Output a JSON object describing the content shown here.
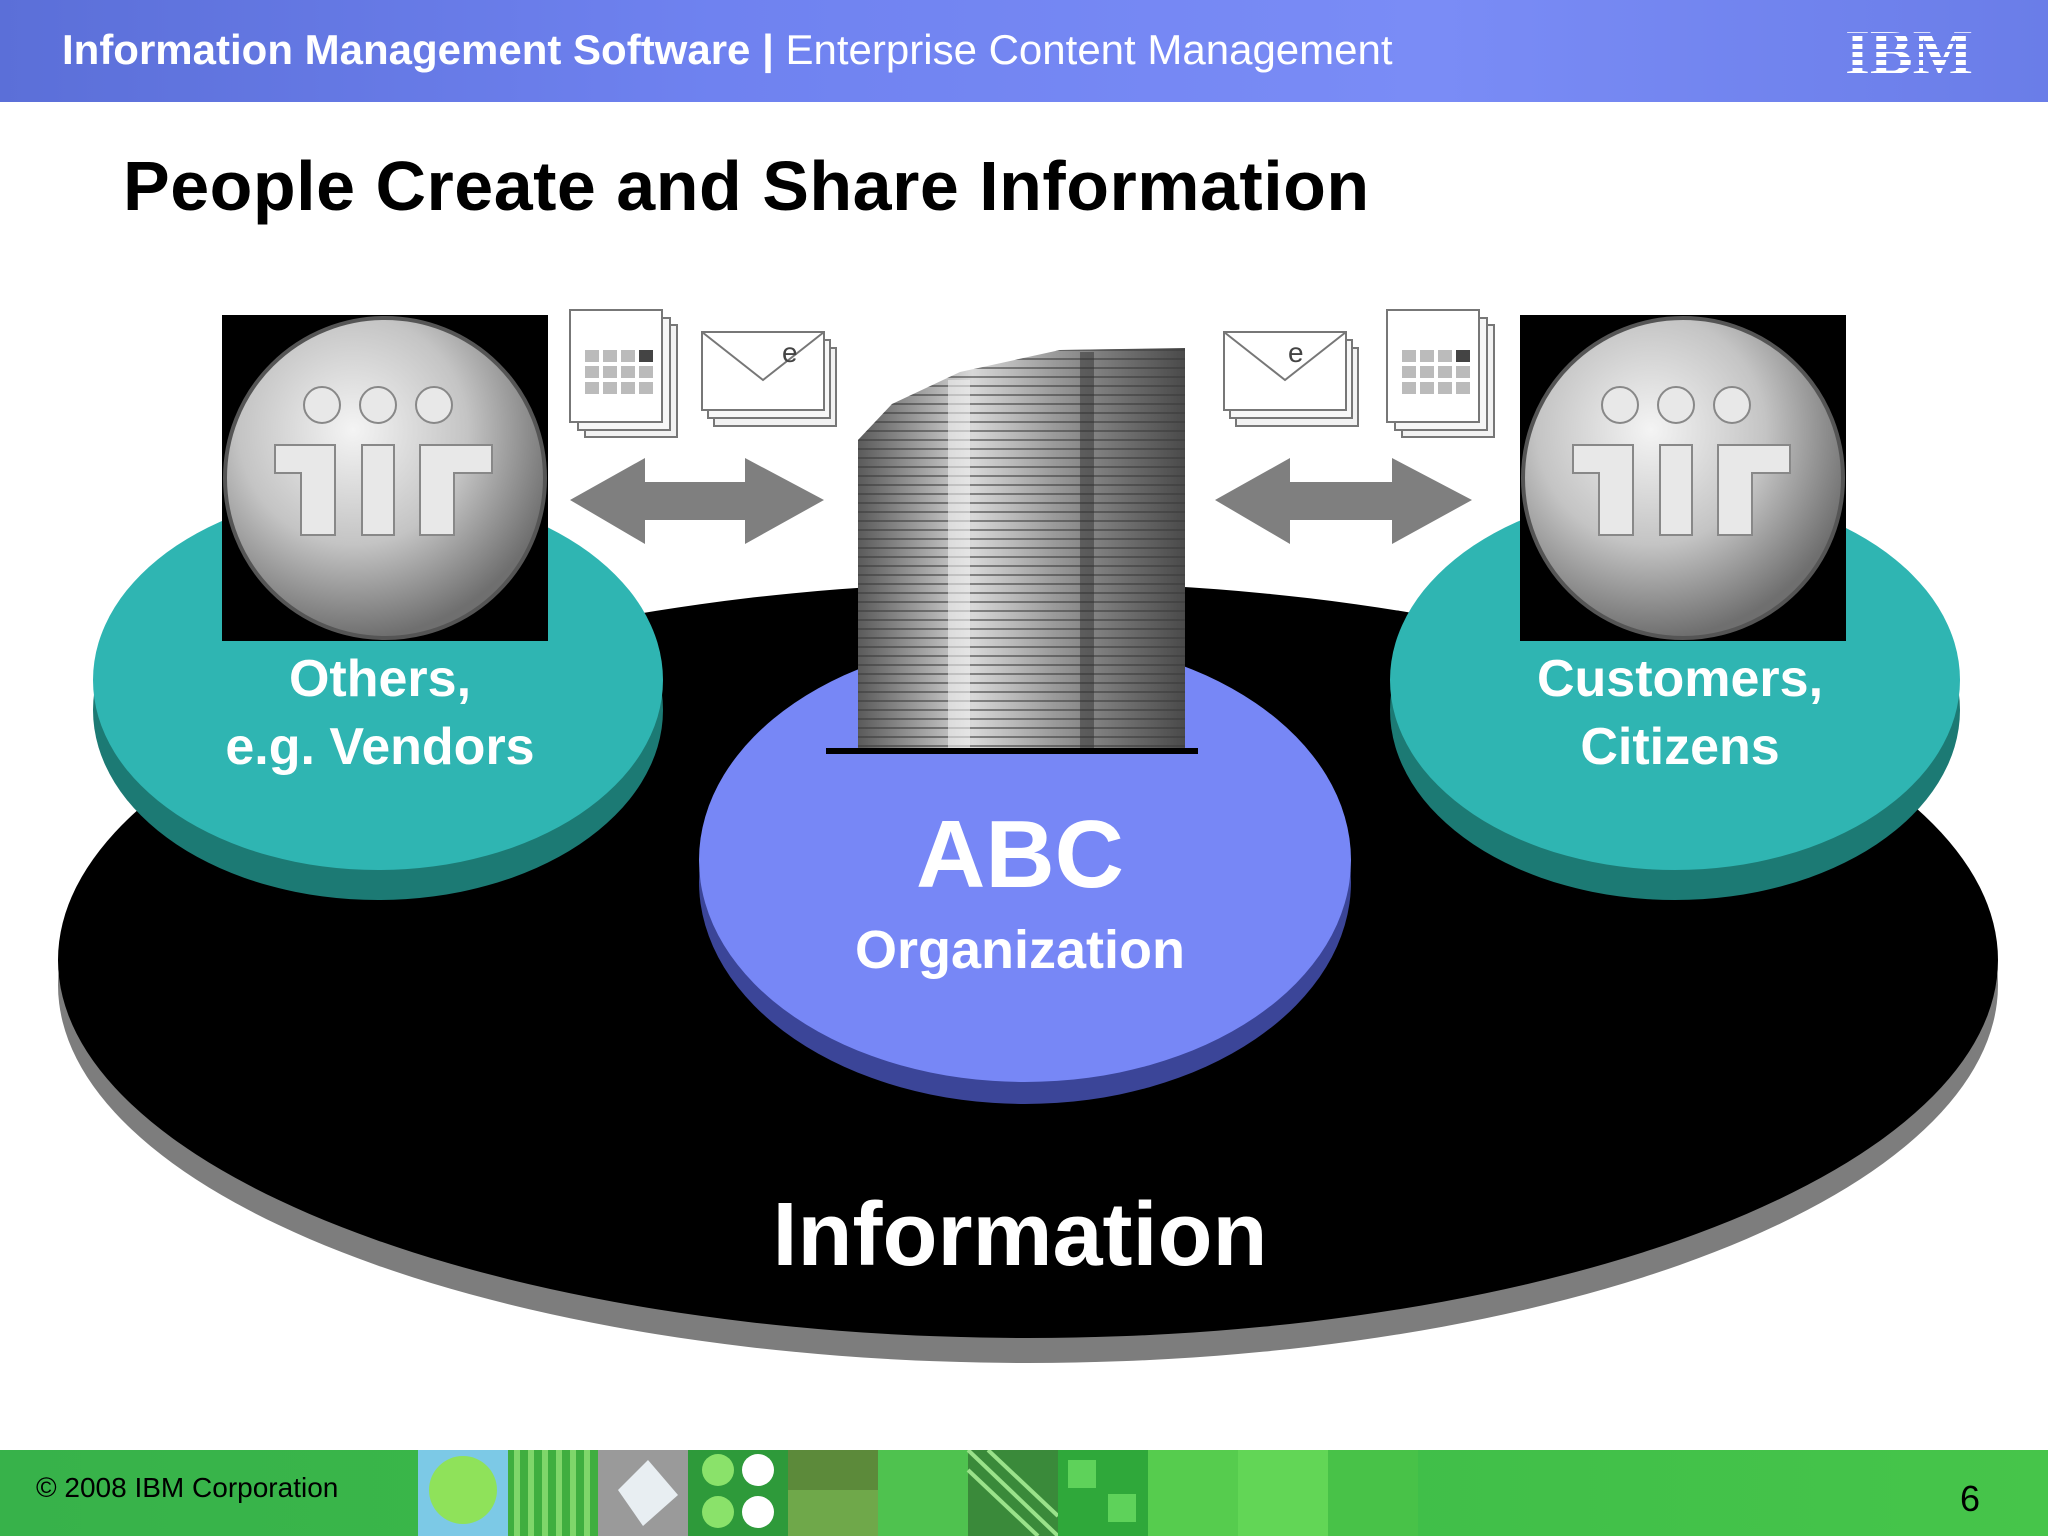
{
  "header": {
    "product": "Information Management Software",
    "separator": "|",
    "subtitle": "Enterprise Content Management",
    "logo_text": "IBM"
  },
  "title": "People Create and Share Information",
  "diagram": {
    "left_group": [
      "Others,",
      "e.g. Vendors"
    ],
    "right_group": [
      "Customers,",
      "Citizens"
    ],
    "center_title": "ABC",
    "center_subtitle": "Organization",
    "base_label": "Information",
    "email_glyph": "e",
    "colors": {
      "teal": "#2fb5b2",
      "blue": "#7787f6",
      "base": "#000000",
      "arrow": "#7f7f7f"
    }
  },
  "footer": {
    "copyright": "© 2008 IBM Corporation",
    "page_number": "6"
  }
}
